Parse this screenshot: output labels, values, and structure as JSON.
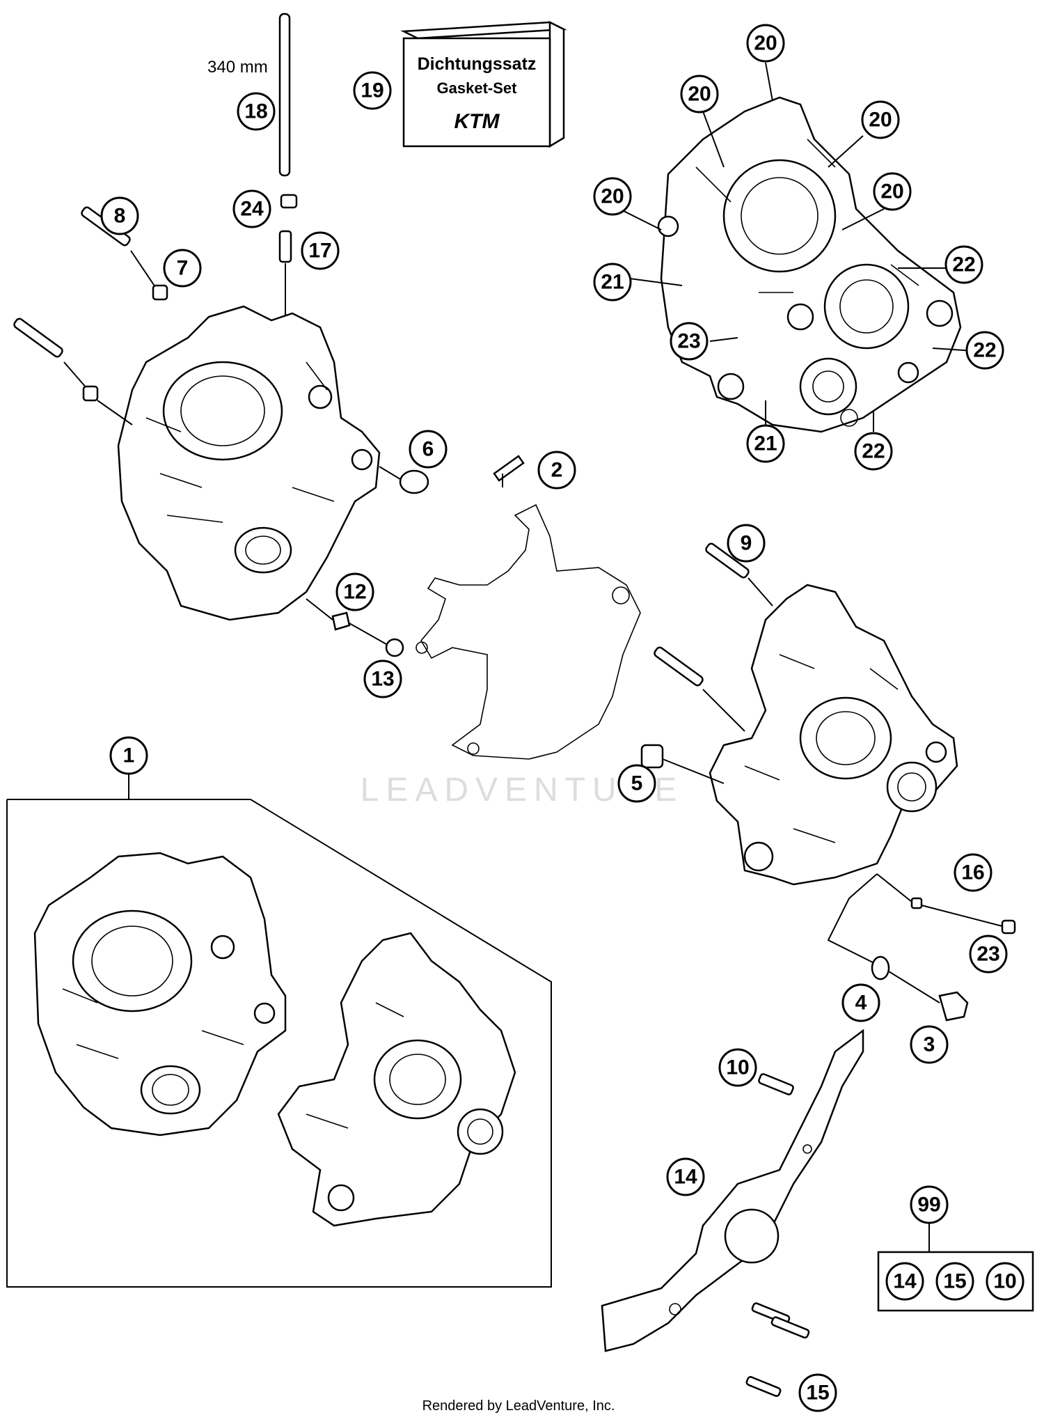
{
  "gasket_box": {
    "line1": "Dichtungssatz",
    "line2": "Gasket-Set",
    "brand": "KTM"
  },
  "dimension": "340 mm",
  "watermark": "LEADVENTURE",
  "footer": "Rendered by LeadVenture, Inc.",
  "callouts": {
    "c1": "1",
    "c2": "2",
    "c3": "3",
    "c4": "4",
    "c5": "5",
    "c6": "6",
    "c7": "7",
    "c8": "8",
    "c9": "9",
    "c10": "10",
    "c10b": "10",
    "c12": "12",
    "c13": "13",
    "c14": "14",
    "c14b": "14",
    "c15": "15",
    "c15b": "15",
    "c16": "16",
    "c17": "17",
    "c18": "18",
    "c19": "19",
    "c20a": "20",
    "c20b": "20",
    "c20c": "20",
    "c20d": "20",
    "c20e": "20",
    "c21a": "21",
    "c21b": "21",
    "c22a": "22",
    "c22b": "22",
    "c22c": "22",
    "c23a": "23",
    "c23b": "23",
    "c24": "24",
    "c99": "99"
  }
}
